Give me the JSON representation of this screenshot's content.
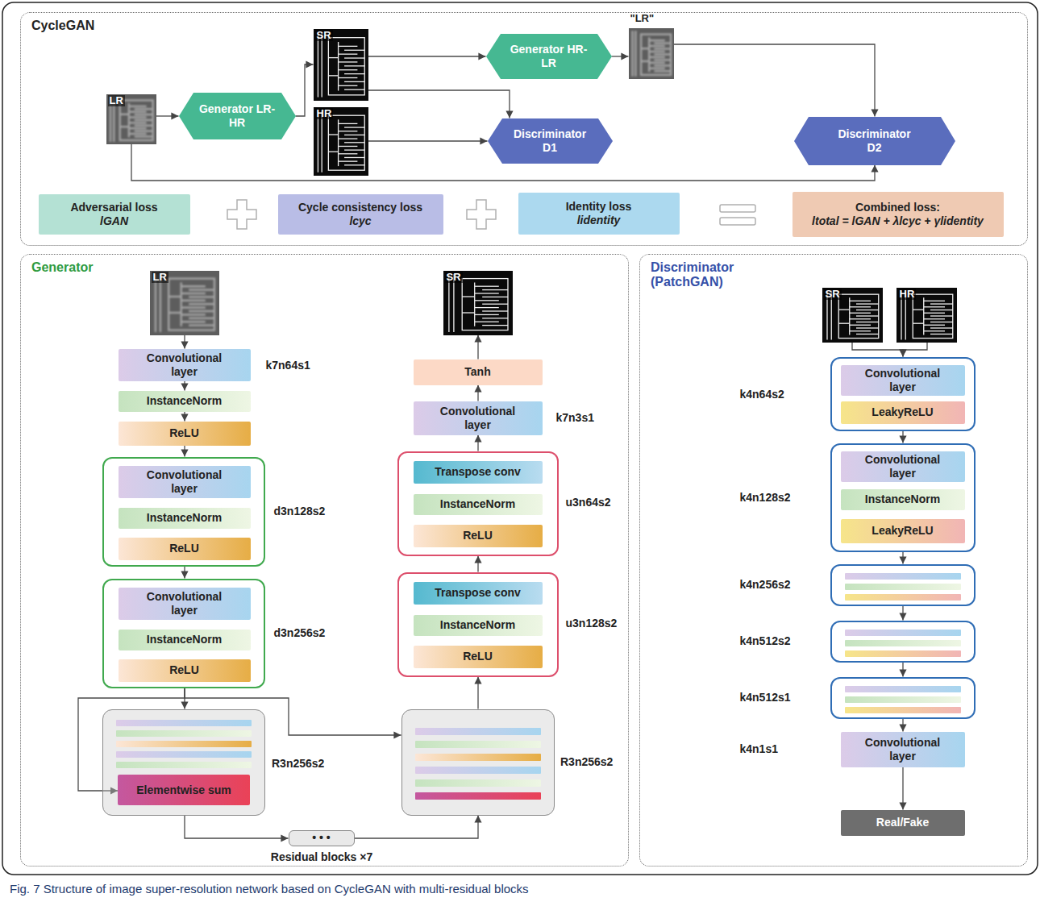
{
  "diagram": {
    "caption": "Fig. 7 Structure of image super-resolution network based on CycleGAN with multi-residual blocks",
    "nodes": [
      {
        "text": [
          "CycleGAN"
        ]
      },
      {
        "text": [
          "LR"
        ],
        "in": 0
      },
      {
        "text": [
          "Generator LR-HR"
        ],
        "in": 0
      },
      {
        "text": [
          "SR"
        ],
        "in": 0
      },
      {
        "text": [
          "Generator HR-LR"
        ],
        "in": 0
      },
      {
        "text": [
          "\"LR\""
        ],
        "in": 0
      },
      {
        "text": [
          "HR"
        ],
        "in": 0
      },
      {
        "text": [
          "Discriminator D1"
        ],
        "in": 0
      },
      {
        "text": [
          "Discriminator D2"
        ],
        "in": 0
      },
      {
        "text": [
          "Adversarial loss",
          "lGAN"
        ],
        "in": 0
      },
      {
        "text": [
          "Cycle consistency loss",
          "lcyc"
        ],
        "in": 0
      },
      {
        "text": [
          "Identity loss",
          "lidentity"
        ],
        "in": 0
      },
      {
        "text": [
          "Combined loss:",
          "ltotal = lGAN + λlcyc + γlidentity"
        ],
        "in": 0
      },
      {
        "text": [
          "Generator"
        ]
      },
      {
        "text": [
          "LR"
        ],
        "in": 13
      },
      {
        "text": [
          "Convolutional layer",
          "k7n64s1"
        ],
        "in": 13
      },
      {
        "text": [
          "InstanceNorm"
        ],
        "in": 13
      },
      {
        "text": [
          "ReLU"
        ],
        "in": 13
      },
      {
        "text": [
          "d3n128s2"
        ],
        "in": 13
      },
      {
        "text": [
          "Convolutional layer"
        ],
        "in": 18
      },
      {
        "text": [
          "InstanceNorm"
        ],
        "in": 18
      },
      {
        "text": [
          "ReLU"
        ],
        "in": 18
      },
      {
        "text": [
          "d3n256s2"
        ],
        "in": 13
      },
      {
        "text": [
          "Convolutional layer"
        ],
        "in": 22
      },
      {
        "text": [
          "InstanceNorm"
        ],
        "in": 22
      },
      {
        "text": [
          "ReLU"
        ],
        "in": 22
      },
      {
        "text": [
          "R3n256s2"
        ],
        "in": 13
      },
      {
        "text": [
          "Elementwise sum"
        ],
        "in": 26
      },
      {
        "text": [
          "• • •"
        ],
        "in": 13
      },
      {
        "text": [
          "R3n256s2"
        ],
        "in": 13
      },
      {
        "text": [
          "u3n128s2"
        ],
        "in": 13
      },
      {
        "text": [
          "Transpose conv"
        ],
        "in": 30
      },
      {
        "text": [
          "InstanceNorm"
        ],
        "in": 30
      },
      {
        "text": [
          "ReLU"
        ],
        "in": 30
      },
      {
        "text": [
          "u3n64s2"
        ],
        "in": 13
      },
      {
        "text": [
          "Transpose conv"
        ],
        "in": 34
      },
      {
        "text": [
          "InstanceNorm"
        ],
        "in": 34
      },
      {
        "text": [
          "ReLU"
        ],
        "in": 34
      },
      {
        "text": [
          "Convolutional layer",
          "k7n3s1"
        ],
        "in": 13
      },
      {
        "text": [
          "Tanh"
        ],
        "in": 13
      },
      {
        "text": [
          "SR"
        ],
        "in": 13
      },
      {
        "text": [
          "Discriminator (PatchGAN)"
        ]
      },
      {
        "text": [
          "SR"
        ],
        "in": 41
      },
      {
        "text": [
          "HR"
        ],
        "in": 41
      },
      {
        "text": [
          "k4n64s2"
        ],
        "in": 41
      },
      {
        "text": [
          "Convolutional layer"
        ],
        "in": 44
      },
      {
        "text": [
          "LeakyReLU"
        ],
        "in": 44
      },
      {
        "text": [
          "k4n128s2"
        ],
        "in": 41
      },
      {
        "text": [
          "Convolutional layer"
        ],
        "in": 47
      },
      {
        "text": [
          "InstanceNorm"
        ],
        "in": 47
      },
      {
        "text": [
          "LeakyReLU"
        ],
        "in": 47
      },
      {
        "text": [
          "k4n256s2"
        ],
        "in": 41
      },
      {
        "text": [
          "k4n512s2"
        ],
        "in": 41
      },
      {
        "text": [
          "k4n512s1"
        ],
        "in": 41
      },
      {
        "text": [
          "Convolutional layer",
          "k4n1s1"
        ],
        "in": 41
      },
      {
        "text": [
          "Real/Fake"
        ],
        "in": 41
      }
    ],
    "edges": [
      {
        "from": 1,
        "to": 2,
        "arrow": "to"
      },
      {
        "from": 2,
        "to": 3,
        "arrow": "to"
      },
      {
        "from": 3,
        "to": 4,
        "arrow": "to"
      },
      {
        "from": 3,
        "to": 7,
        "arrow": "to"
      },
      {
        "from": 6,
        "to": 7,
        "arrow": "to"
      },
      {
        "from": 4,
        "to": 5,
        "arrow": "to"
      },
      {
        "from": 5,
        "to": 8,
        "arrow": "to"
      },
      {
        "from": 1,
        "to": 8,
        "arrow": "to"
      },
      {
        "from": 14,
        "to": 15,
        "arrow": "to"
      },
      {
        "from": 15,
        "to": 16,
        "arrow": "to"
      },
      {
        "from": 16,
        "to": 17,
        "arrow": "to"
      },
      {
        "from": 17,
        "to": 18,
        "arrow": "to"
      },
      {
        "from": 18,
        "to": 22,
        "arrow": "to"
      },
      {
        "from": 22,
        "to": 26,
        "arrow": "to"
      },
      {
        "from": 22,
        "to": 27,
        "arrow": "to"
      },
      {
        "from": 22,
        "to": 29,
        "arrow": "to"
      },
      {
        "from": 26,
        "to": 28,
        "arrow": "to"
      },
      {
        "from": 28,
        "to": 29,
        "arrow": "to"
      },
      {
        "from": 29,
        "to": 30,
        "arrow": "to"
      },
      {
        "from": 30,
        "to": 34,
        "arrow": "to"
      },
      {
        "from": 34,
        "to": 38,
        "arrow": "to"
      },
      {
        "from": 38,
        "to": 39,
        "arrow": "to"
      },
      {
        "from": 39,
        "to": 40,
        "arrow": "to"
      },
      {
        "from": 42,
        "to": 44,
        "arrow": "to"
      },
      {
        "from": 43,
        "to": 44,
        "arrow": "to"
      },
      {
        "from": 44,
        "to": 47,
        "arrow": "to"
      },
      {
        "from": 47,
        "to": 51,
        "arrow": "to"
      },
      {
        "from": 51,
        "to": 52,
        "arrow": "to"
      },
      {
        "from": 52,
        "to": 53,
        "arrow": "to"
      },
      {
        "from": 53,
        "to": 54,
        "arrow": "to"
      },
      {
        "from": 54,
        "to": 55,
        "arrow": "to"
      }
    ],
    "labels": [
      "Residual blocks ×7"
    ]
  }
}
